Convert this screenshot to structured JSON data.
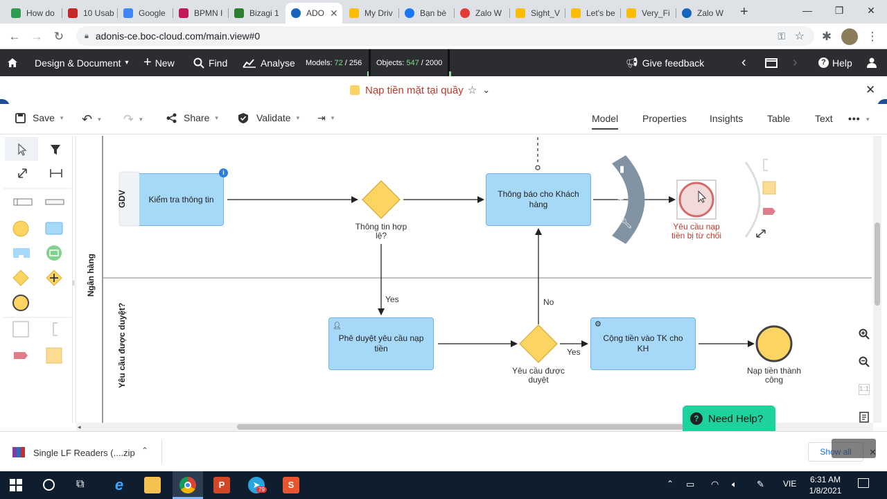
{
  "browser": {
    "tabs": [
      {
        "label": "How do",
        "color": "#2e9c4f"
      },
      {
        "label": "10 Usab",
        "color": "#c62828"
      },
      {
        "label": "Google",
        "color": "#4285f4"
      },
      {
        "label": "BPMN I",
        "color": "#c2185b"
      },
      {
        "label": "Bizagi 1",
        "color": "#2e7d32"
      },
      {
        "label": "ADO",
        "color": "#1565c0"
      },
      {
        "label": "My Driv",
        "color": "#fbbc04"
      },
      {
        "label": "Bạn bè",
        "color": "#1877f2"
      },
      {
        "label": "Zalo W",
        "color": "#e53935"
      },
      {
        "label": "Sight_V",
        "color": "#fbbc04"
      },
      {
        "label": "Let's be",
        "color": "#fbbc04"
      },
      {
        "label": "Very_Fi",
        "color": "#fbbc04"
      },
      {
        "label": "Zalo W",
        "color": "#1565c0"
      }
    ],
    "active_tab": 5,
    "new_tab": "+",
    "url": "adonis-ce.boc-cloud.com/main.view#0"
  },
  "apptoolbar": {
    "home_icon": "home-icon",
    "design_document": "Design & Document",
    "new": "New",
    "find": "Find",
    "analyse": "Analyse",
    "models_label": "Models:",
    "models_count": "72",
    "models_max": "/ 256",
    "objects_label": "Objects:",
    "objects_count": "547",
    "objects_max": "/ 2000",
    "give_feedback": "Give feedback",
    "help": "Help"
  },
  "document": {
    "title": "Nạp tiền mặt tại quầy",
    "star": "☆"
  },
  "editor": {
    "save": "Save",
    "share": "Share",
    "validate": "Validate",
    "view_tabs": [
      "Model",
      "Properties",
      "Insights",
      "Table",
      "Text"
    ],
    "active_view": 0
  },
  "diagram": {
    "pool_label": "Ngân hàng",
    "lane_top_label": "GDV",
    "lane_bottom_label": "Yêu cầu được duyệt?",
    "task_check": "Kiểm tra thông tin",
    "task_notify": "Thông báo cho Khách hàng",
    "task_approve": "Phê duyệt yêu cầu nạp tiền",
    "task_credit": "Cộng tiền vào TK cho KH",
    "gw_valid": "Thông tin hợp lệ?",
    "gw_approved": "Yêu cầu được duyệt",
    "end_rejected": "Yêu cầu nạp tiền bị từ chối",
    "end_success": "Nạp tiền thành công",
    "flow_yes_1": "Yes",
    "flow_no": "No",
    "flow_yes_2": "Yes"
  },
  "help_button": "Need Help?",
  "download": {
    "filename": "Single LF Readers (....zip",
    "show_all": "Show all"
  },
  "taskbar": {
    "language": "VIE",
    "time": "6:31 AM",
    "date": "1/8/2021",
    "telegram_badge": "79"
  },
  "colors": {
    "accent_red": "#c0392b",
    "task_fill": "#a6d8f7",
    "gateway_fill": "#fcd462",
    "help_green": "#1ed29e",
    "app_bar": "#2b2d31"
  }
}
